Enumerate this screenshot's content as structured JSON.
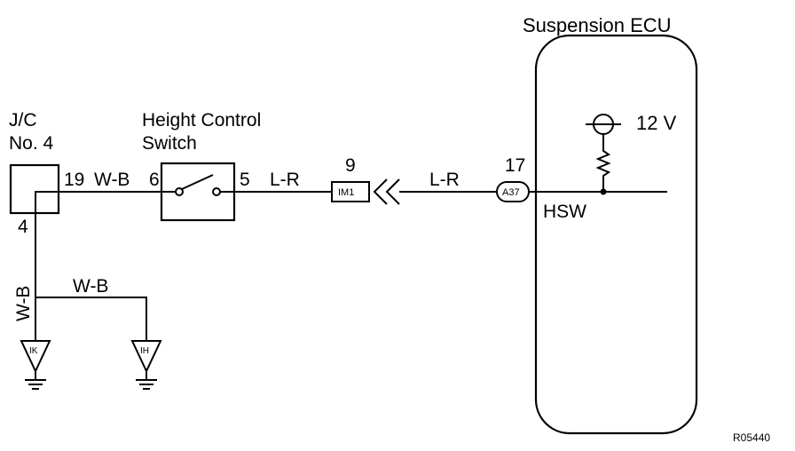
{
  "ecu": {
    "title": "Suspension ECU",
    "terminal": "HSW",
    "voltage": "12 V"
  },
  "junction": {
    "line1": "J/C",
    "line2": "No. 4",
    "pin_in": "19",
    "pin_out": "4"
  },
  "switch": {
    "line1": "Height Control",
    "line2": "Switch",
    "pin_left": "6",
    "pin_right": "5"
  },
  "connectors": {
    "im1": {
      "label": "IM1",
      "pin": "9"
    },
    "a37": {
      "label": "A37",
      "pin": "17"
    }
  },
  "wires": {
    "jc_to_switch": "W-B",
    "switch_to_im1": "L-R",
    "im1_to_a37": "L-R",
    "ground_vertical": "W-B",
    "ground_branch": "W-B"
  },
  "grounds": {
    "ik": "IK",
    "ih": "IH"
  },
  "figure_ref": "R05440"
}
